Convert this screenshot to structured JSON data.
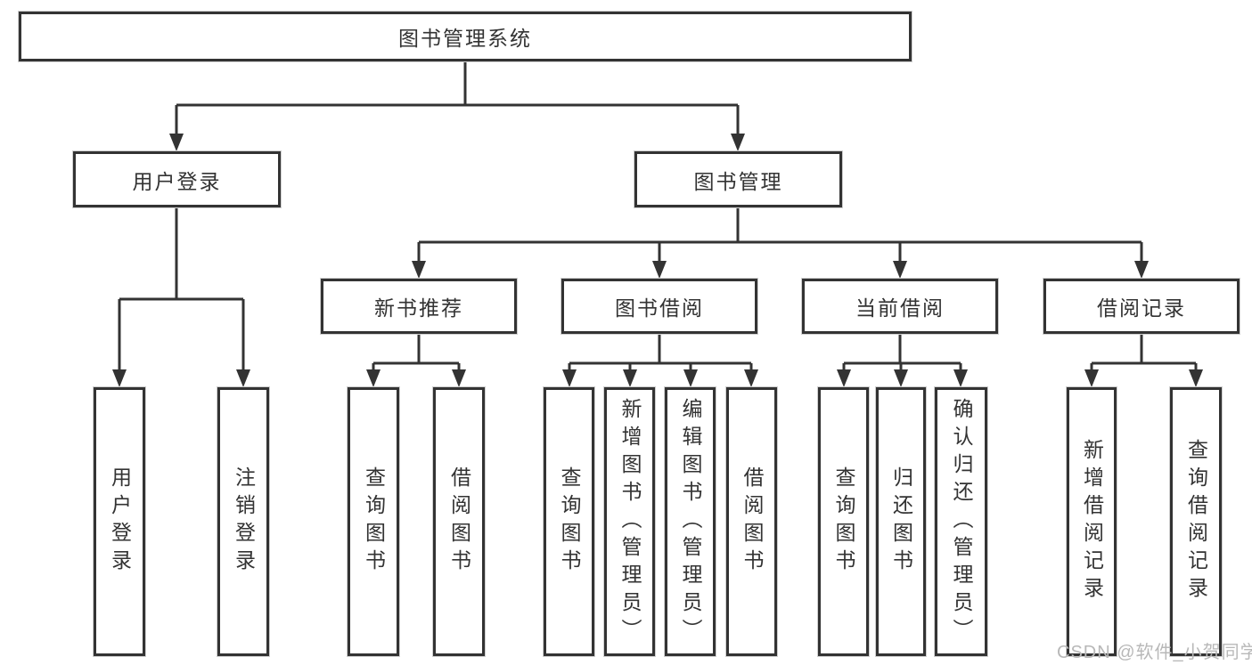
{
  "diagram": {
    "title": "图书管理系统",
    "level2": {
      "user_login": "用户登录",
      "book_mgmt": "图书管理"
    },
    "level3": {
      "new_book": "新书推荐",
      "book_borrow": "图书借阅",
      "current_borrow": "当前借阅",
      "borrow_record": "借阅记录"
    },
    "leaves": {
      "user_login": "用户登录",
      "user_logout": "注销登录",
      "nb_query_book": "查询图书",
      "nb_borrow_book": "借阅图书",
      "bb_query_book": "查询图书",
      "bb_add_book": "新增图书（管理员）",
      "bb_edit_book": "编辑图书（管理员）",
      "bb_borrow_book": "借阅图书",
      "cb_query_book": "查询图书",
      "cb_return_book": "归还图书",
      "cb_confirm_return": "确认归还（管理员）",
      "br_add_record": "新增借阅记录",
      "br_query_record": "查询借阅记录"
    },
    "watermark": "CSDN @软件_小贺同学",
    "colors": {
      "line": "#333333",
      "text": "#333333",
      "watermark": "#b8b8b8",
      "background": "#ffffff"
    }
  }
}
